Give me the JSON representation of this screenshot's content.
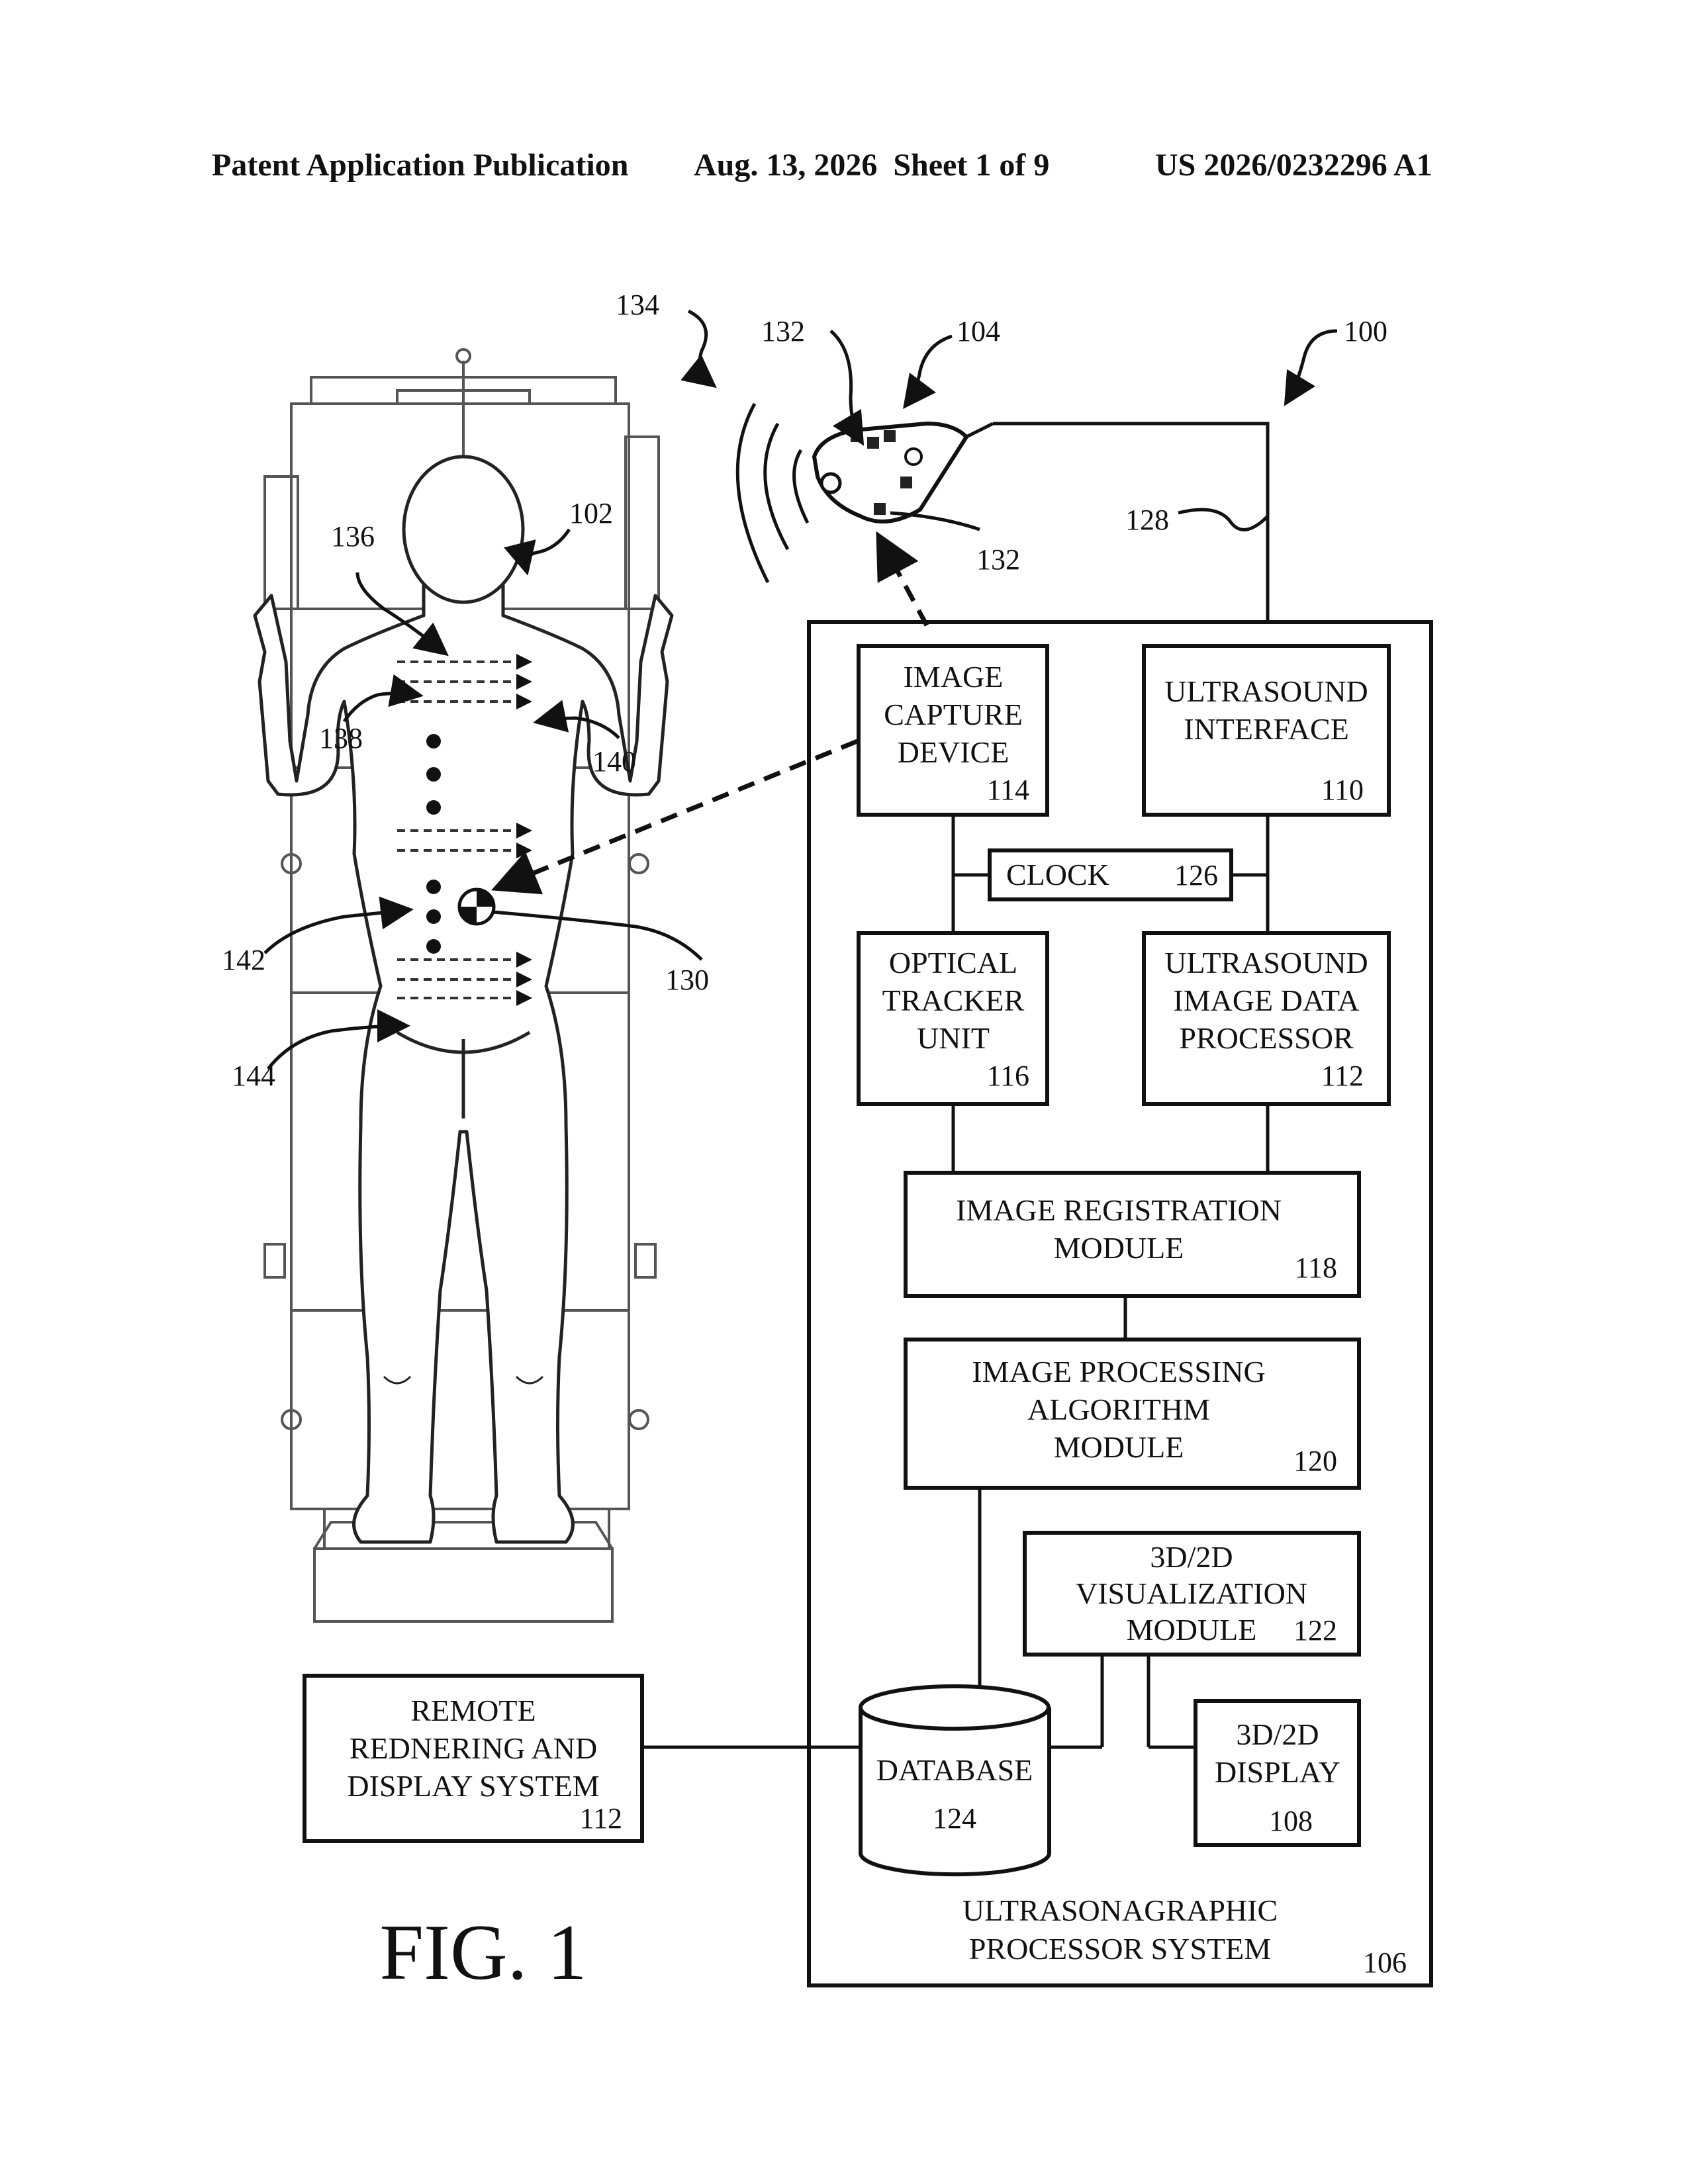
{
  "header": {
    "publication": "Patent Application Publication",
    "date_sheet": "Aug. 13, 2026  Sheet 1 of 9",
    "number": "US 2026/0232296 A1"
  },
  "figure": {
    "label": "FIG. 1",
    "refs": {
      "r100": "100",
      "r102": "102",
      "r104": "104",
      "r130": "130",
      "r132a": "132",
      "r132b": "132",
      "r134": "134",
      "r136": "136",
      "r138": "138",
      "r140": "140",
      "r142": "142",
      "r144": "144",
      "r128": "128"
    },
    "blocks": {
      "image_capture": {
        "lines": [
          "IMAGE",
          "CAPTURE",
          "DEVICE"
        ],
        "ref": "114"
      },
      "ultrasound_interface": {
        "lines": [
          "ULTRASOUND",
          "INTERFACE"
        ],
        "ref": "110"
      },
      "clock": {
        "lines": [
          "CLOCK"
        ],
        "ref": "126"
      },
      "optical_tracker": {
        "lines": [
          "OPTICAL",
          "TRACKER",
          "UNIT"
        ],
        "ref": "116"
      },
      "us_data_processor": {
        "lines": [
          "ULTRASOUND",
          "IMAGE DATA",
          "PROCESSOR"
        ],
        "ref": "112"
      },
      "registration": {
        "lines": [
          "IMAGE REGISTRATION",
          "MODULE"
        ],
        "ref": "118"
      },
      "processing": {
        "lines": [
          "IMAGE PROCESSING",
          "ALGORITHM",
          "MODULE"
        ],
        "ref": "120"
      },
      "visualization": {
        "lines": [
          "3D/2D",
          "VISUALIZATION",
          "MODULE"
        ],
        "ref": "122"
      },
      "database": {
        "lines": [
          "DATABASE"
        ],
        "ref": "124"
      },
      "display": {
        "lines": [
          "3D/2D",
          "DISPLAY"
        ],
        "ref": "108"
      },
      "remote": {
        "lines": [
          "REMOTE",
          "REDNERING AND",
          "DISPLAY SYSTEM"
        ],
        "ref": "112"
      },
      "system": {
        "lines": [
          "ULTRASONAGRAPHIC",
          "PROCESSOR SYSTEM"
        ],
        "ref": "106"
      }
    }
  }
}
